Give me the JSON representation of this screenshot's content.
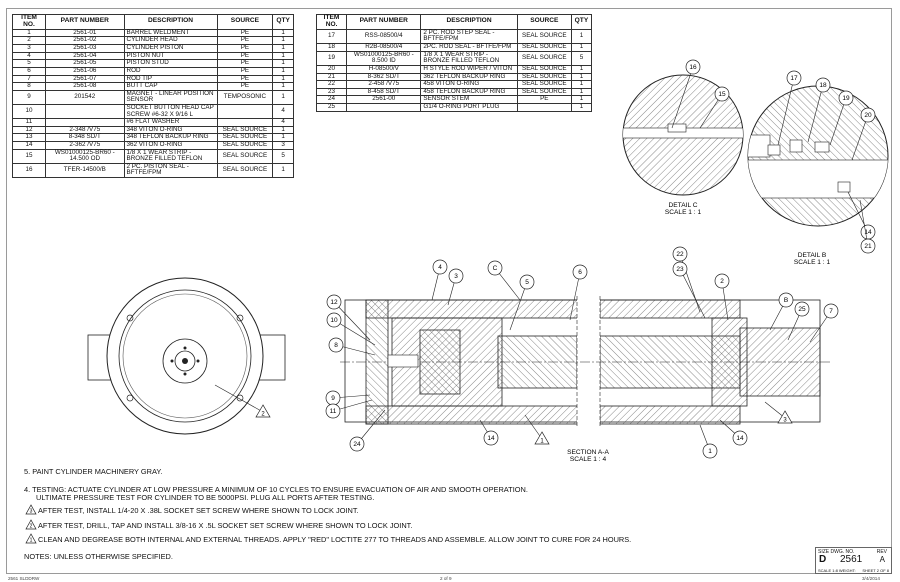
{
  "bom_left": {
    "headers": [
      "ITEM NO.",
      "PART NUMBER",
      "DESCRIPTION",
      "SOURCE",
      "QTY"
    ],
    "rows": [
      {
        "item": "1",
        "part": "2561-01",
        "desc": "BARREL WELDMENT",
        "source": "PE",
        "qty": "1"
      },
      {
        "item": "2",
        "part": "2561-02",
        "desc": "CYLINDER HEAD",
        "source": "PE",
        "qty": "1"
      },
      {
        "item": "3",
        "part": "2561-03",
        "desc": "CYLINDER PISTON",
        "source": "PE",
        "qty": "1"
      },
      {
        "item": "4",
        "part": "2561-04",
        "desc": "PISTON NUT",
        "source": "PE",
        "qty": "1"
      },
      {
        "item": "5",
        "part": "2561-05",
        "desc": "PISTON STUD",
        "source": "PE",
        "qty": "1"
      },
      {
        "item": "6",
        "part": "2561-06",
        "desc": "ROD",
        "source": "PE",
        "qty": "1"
      },
      {
        "item": "7",
        "part": "2561-07",
        "desc": "ROD TIP",
        "source": "PE",
        "qty": "1"
      },
      {
        "item": "8",
        "part": "2561-08",
        "desc": "BUTT CAP",
        "source": "PE",
        "qty": "1"
      },
      {
        "item": "9",
        "part": "201542",
        "desc": "MAGNET - LINEAR POSITION SENSOR",
        "source": "TEMPOSONIC",
        "qty": "1"
      },
      {
        "item": "10",
        "part": "",
        "desc": "SOCKET BUTTON HEAD CAP SCREW #6-32 X 9/16 L",
        "source": "",
        "qty": "4"
      },
      {
        "item": "11",
        "part": "",
        "desc": "#6 FLAT WASHER",
        "source": "",
        "qty": "4"
      },
      {
        "item": "12",
        "part": "2-348 /V75",
        "desc": "348 VITON O-RING",
        "source": "SEAL SOURCE",
        "qty": "1"
      },
      {
        "item": "13",
        "part": "8-348 SD/T",
        "desc": "348 TEFLON BACKUP RING",
        "source": "SEAL SOURCE",
        "qty": "1"
      },
      {
        "item": "14",
        "part": "2-362 /V75",
        "desc": "362 VITON O-RING",
        "source": "SEAL SOURCE",
        "qty": "3"
      },
      {
        "item": "15",
        "part": "WS01000125-BR60 - 14.500 OD",
        "desc": "1/8 X 1 WEAR STRIP - BRONZE FILLED TEFLON",
        "source": "SEAL SOURCE",
        "qty": "5"
      },
      {
        "item": "16",
        "part": "TFER-14500/B",
        "desc": "2 PC. PISTON SEAL - BFTFE/FPM",
        "source": "SEAL SOURCE",
        "qty": "1"
      }
    ]
  },
  "bom_right": {
    "headers": [
      "ITEM NO.",
      "PART NUMBER",
      "DESCRIPTION",
      "SOURCE",
      "QTY"
    ],
    "rows": [
      {
        "item": "17",
        "part": "RSS-08500/4",
        "desc": "2 PC. ROD STEP SEAL - BFTFE/FPM",
        "source": "SEAL SOURCE",
        "qty": "1"
      },
      {
        "item": "18",
        "part": "R2B-08500/4",
        "desc": "2PC. ROD SEAL - BFTFE/FPM",
        "source": "SEAL SOURCE",
        "qty": "1"
      },
      {
        "item": "19",
        "part": "WS01000125-BR60 - 8.500 ID",
        "desc": "1/8 X 1 WEAR STRIP - BRONZE FILLED TEFLON",
        "source": "SEAL SOURCE",
        "qty": "5"
      },
      {
        "item": "20",
        "part": "H-08500/V",
        "desc": "H STYLE ROD WIPER / VITON",
        "source": "SEAL SOURCE",
        "qty": "1"
      },
      {
        "item": "21",
        "part": "8-362 SD/T",
        "desc": "362 TEFLON BACKUP RING",
        "source": "SEAL SOURCE",
        "qty": "1"
      },
      {
        "item": "22",
        "part": "2-458 /V75",
        "desc": "458 VITON O-RING",
        "source": "SEAL SOURCE",
        "qty": "1"
      },
      {
        "item": "23",
        "part": "8-458 SD/T",
        "desc": "458 TEFLON BACKUP RING",
        "source": "SEAL SOURCE",
        "qty": "1"
      },
      {
        "item": "24",
        "part": "2561-00",
        "desc": "SENSOR STEM",
        "source": "PE",
        "qty": "1"
      },
      {
        "item": "25",
        "part": "",
        "desc": "G1/4 O-RING PORT PLUG",
        "source": "",
        "qty": "1"
      }
    ]
  },
  "views": {
    "detail_c": {
      "title": "DETAIL C",
      "scale": "SCALE 1 : 1"
    },
    "detail_b": {
      "title": "DETAIL B",
      "scale": "SCALE 1 : 1"
    },
    "section": {
      "title": "SECTION A-A",
      "scale": "SCALE 1 : 4"
    }
  },
  "balloons": {
    "c16": "16",
    "c15": "15",
    "b17": "17",
    "b18": "18",
    "b19": "19",
    "b20": "20",
    "b14": "14",
    "b21": "21",
    "s4": "4",
    "s3": "3",
    "sC": "C",
    "s5": "5",
    "s6": "6",
    "s22": "22",
    "s23": "23",
    "s2": "2",
    "sB": "B",
    "s25": "25",
    "s7": "7",
    "s12": "12",
    "s10": "10",
    "s8": "8",
    "s9": "9",
    "s11": "11",
    "s24": "24",
    "s14a": "14",
    "s14b": "14",
    "s1": "1",
    "s3b": "3",
    "t1": "1",
    "t2": "2"
  },
  "notes": {
    "n5": "5.  PAINT CYLINDER MACHINERY GRAY.",
    "n4a": "4.  TESTING: ACTUATE CYLINDER AT LOW PRESSURE A MINIMUM OF 10 CYCLES TO ENSURE EVACUATION OF AIR AND SMOOTH OPERATION.",
    "n4b": "ULTIMATE PRESSURE TEST FOR CYLINDER TO BE 5000PSI. PLUG ALL PORTS AFTER TESTING.",
    "n3": "AFTER TEST, INSTALL 1/4-20 X .38L SOCKET SET SCREW WHERE SHOWN TO LOCK JOINT.",
    "n2": "AFTER TEST, DRILL, TAP AND INSTALL 3/8-16 X .5L SOCKET SET SCREW WHERE SHOWN TO LOCK JOINT.",
    "n1": "CLEAN AND DEGREASE BOTH INTERNAL AND EXTERNAL THREADS.  APPLY \"RED\" LOCTITE 277 TO THREADS AND ASSEMBLE.  ALLOW JOINT TO CURE FOR 24 HOURS.",
    "n0": "NOTES: UNLESS OTHERWISE SPECIFIED.",
    "t3": "3",
    "t2": "2",
    "t1": "1"
  },
  "title_block": {
    "size": "D",
    "dwg_no": "2561",
    "rev": "A",
    "scale_label": "SCALE 1:8  WEIGHT:",
    "sheet": "SHEET 2 OF 8",
    "size_label": "SIZE  DWG. NO.",
    "rev_label": "REV"
  },
  "footer": {
    "left": "2561 SLDDRW",
    "center": "2 of 9",
    "right": "3/4/2014"
  },
  "colors": {
    "line": "#222222",
    "hatch": "#555555",
    "frame": "#9a9a9a"
  }
}
